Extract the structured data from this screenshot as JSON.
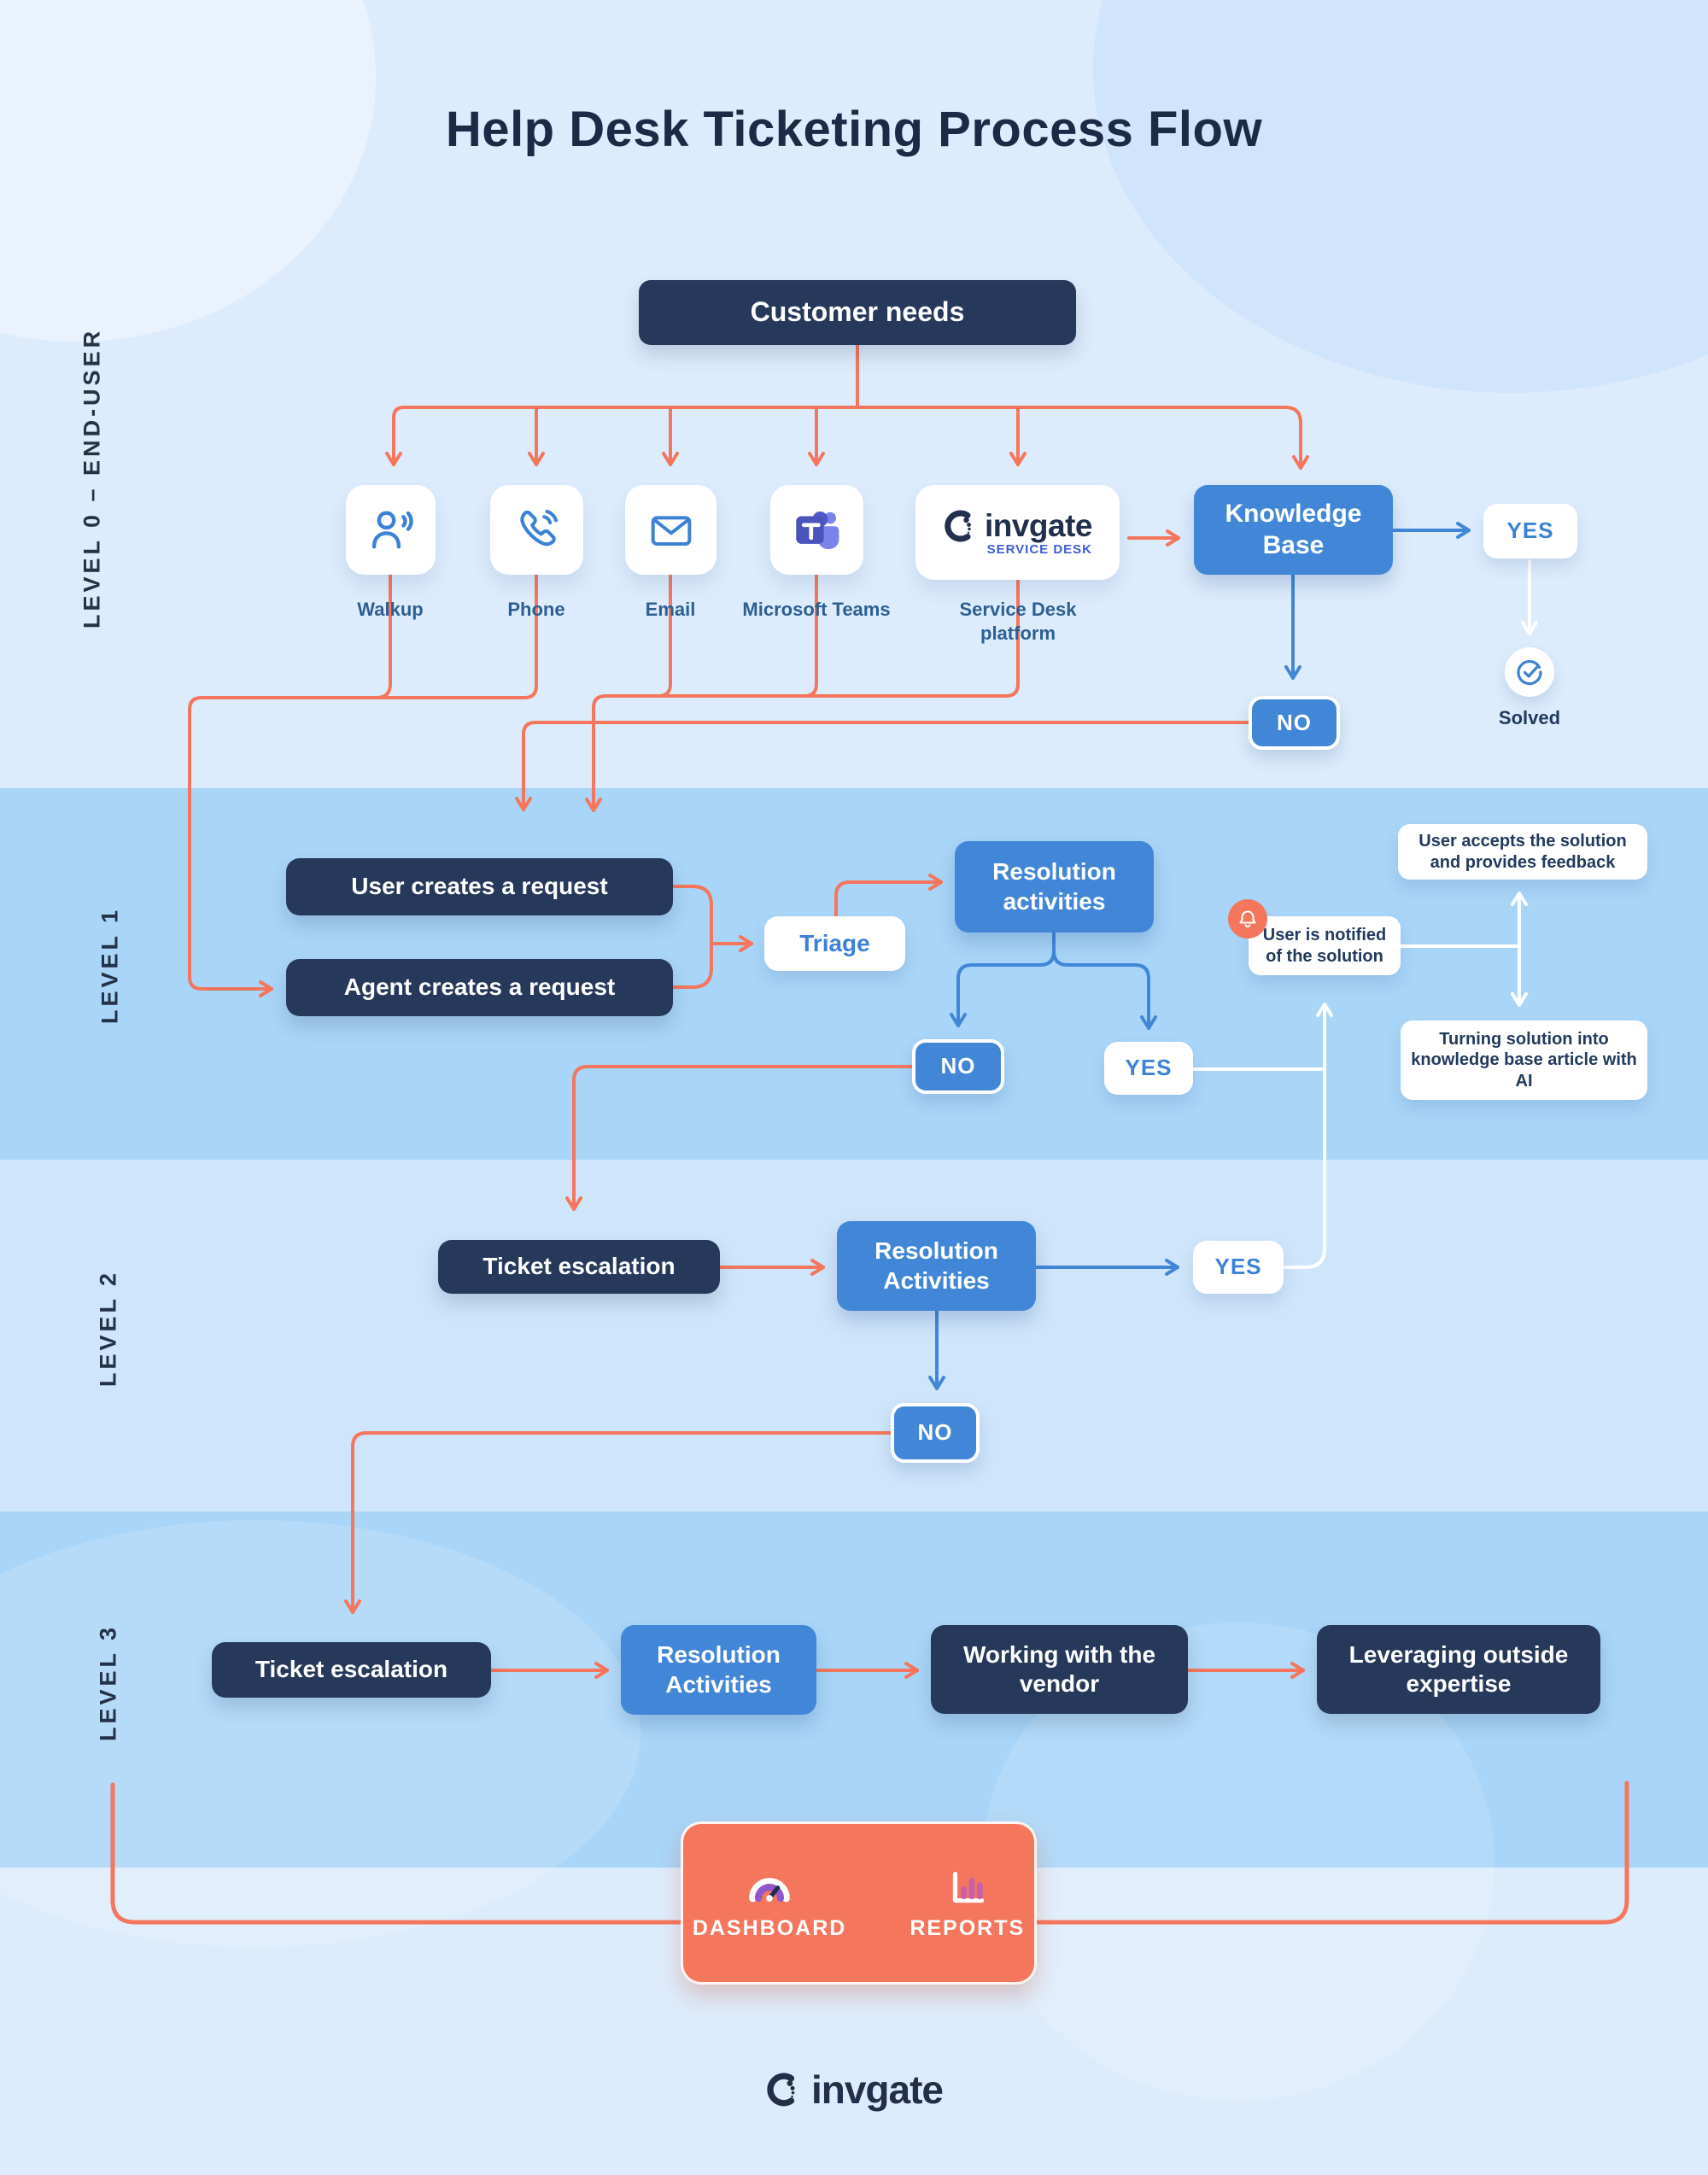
{
  "title": "Help Desk Ticketing Process Flow",
  "palette": {
    "orange": "#F4765C",
    "blue": "#4287D7",
    "navy": "#27395B",
    "band_light": "#DDECFC",
    "band_medium": "#A9D5F8",
    "band_mid_light": "#CFE5FB",
    "teams_purple": "#4B53BC",
    "teams_light_purple": "#7B83EB",
    "gauge_purple": "#9257C8",
    "bars_pink": "#C95FA9"
  },
  "bands": {
    "level0": "LEVEL 0 – END-USER",
    "level1": "LEVEL 1",
    "level2": "LEVEL 2",
    "level3": "LEVEL 3"
  },
  "level0": {
    "customer_needs": "Customer needs",
    "channels": [
      {
        "label": "Walkup",
        "icon": "walkup-person-icon"
      },
      {
        "label": "Phone",
        "icon": "phone-icon"
      },
      {
        "label": "Email",
        "icon": "email-icon"
      },
      {
        "label": "Microsoft Teams",
        "icon": "microsoft-teams-icon"
      },
      {
        "label": "Service Desk platform",
        "icon": "invgate-service-desk-logo",
        "logo_text": "invgate",
        "logo_sub": "SERVICE DESK"
      }
    ],
    "knowledge_base": "Knowledge Base",
    "yes": "YES",
    "no": "NO",
    "solved": "Solved"
  },
  "level1": {
    "user_creates": "User creates a request",
    "agent_creates": "Agent creates a request",
    "triage": "Triage",
    "resolution": "Resolution activities",
    "no": "NO",
    "yes": "YES",
    "notified": "User is notified of the solution",
    "accepts": "User accepts the solution and provides feedback",
    "turning": "Turning solution into knowledge base article with AI"
  },
  "level2": {
    "ticket_escalation": "Ticket escalation",
    "resolution": "Resolution Activities",
    "yes": "YES",
    "no": "NO"
  },
  "level3": {
    "ticket_escalation": "Ticket escalation",
    "resolution": "Resolution Activities",
    "vendor": "Working with the vendor",
    "expertise": "Leveraging outside expertise"
  },
  "footer": {
    "dashboard": "DASHBOARD",
    "reports": "REPORTS",
    "brand": "invgate"
  }
}
